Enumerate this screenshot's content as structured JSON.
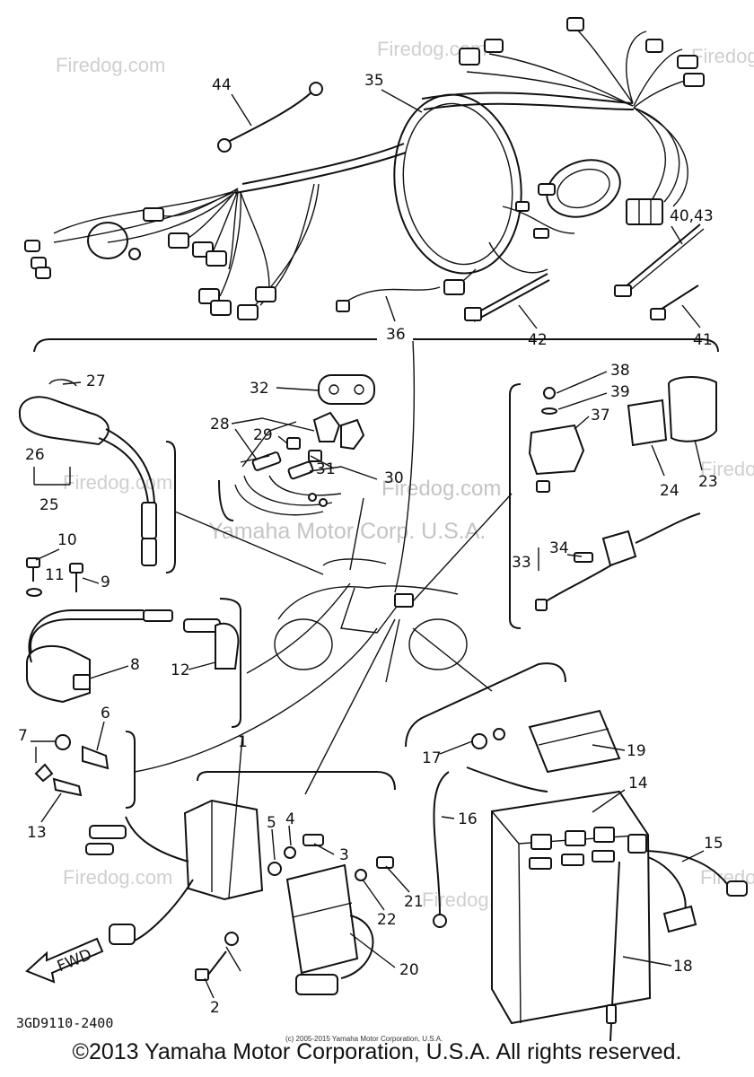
{
  "watermarks": {
    "site": "Firedog.com",
    "center_site": "Firedog.com",
    "center_corp": "Yamaha Motor Corp. U.S.A."
  },
  "diagram_code": "3GD9110-2400",
  "source_note": "(c) 2005-2015 Yamaha Motor Corporation, U.S.A.",
  "copyright": "©2013 Yamaha Motor Corporation, U.S.A. All rights reserved.",
  "fwd_label": "FWD",
  "callouts": {
    "c1": "1",
    "c2": "2",
    "c3": "3",
    "c4": "4",
    "c5": "5",
    "c6": "6",
    "c7": "7",
    "c8": "8",
    "c9": "9",
    "c10": "10",
    "c11": "11",
    "c12": "12",
    "c13": "13",
    "c14": "14",
    "c15": "15",
    "c16": "16",
    "c17": "17",
    "c18": "18",
    "c19": "19",
    "c20": "20",
    "c21": "21",
    "c22": "22",
    "c23": "23",
    "c24": "24",
    "c25": "25",
    "c26": "26",
    "c27": "27",
    "c28": "28",
    "c29": "29",
    "c30": "30",
    "c31": "31",
    "c32": "32",
    "c33": "33",
    "c34": "34",
    "c35": "35",
    "c36": "36",
    "c37": "37",
    "c38": "38",
    "c39": "39",
    "c40_43": "40,43",
    "c41": "41",
    "c42": "42",
    "c44": "44"
  }
}
